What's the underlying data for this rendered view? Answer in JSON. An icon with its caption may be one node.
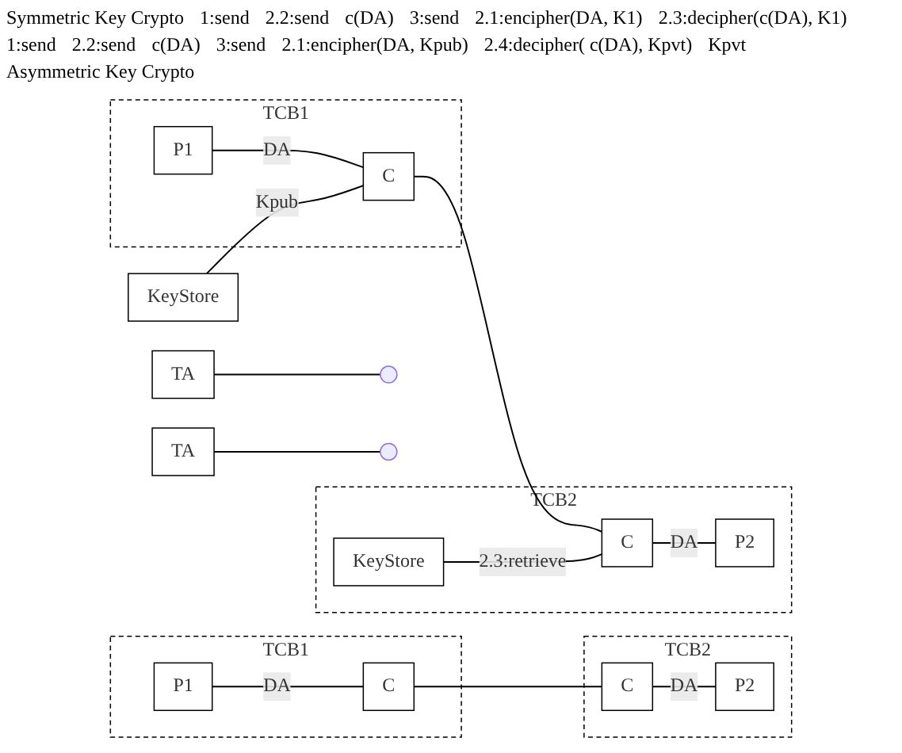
{
  "diagram": {
    "nodes": [
      {
        "text": [
          "TA"
        ]
      },
      {
        "text": [
          "TCB1"
        ]
      },
      {
        "text": [
          "P1"
        ],
        "in": 1
      },
      {
        "text": [
          "C"
        ],
        "in": 1
      },
      {
        "text": [
          "TCB2"
        ]
      },
      {
        "text": [
          "C"
        ],
        "in": 4
      },
      {
        "text": [
          "P2"
        ],
        "in": 4
      },
      {
        "text": [
          "TCB1"
        ]
      },
      {
        "text": [
          "P1"
        ],
        "in": 7
      },
      {
        "text": [
          "C"
        ],
        "in": 7
      },
      {
        "text": [
          "TCB2"
        ]
      },
      {
        "text": [
          "C"
        ],
        "in": 10
      },
      {
        "text": [
          "P2"
        ],
        "in": 10
      },
      {
        "text": [
          "KeyStore"
        ],
        "in": 10
      },
      {
        "text": [
          "KeyStore"
        ]
      },
      {
        "text": [
          "TA"
        ]
      }
    ],
    "edges": [
      {
        "from": 2,
        "to": 3,
        "arrow": "none",
        "label": "DA"
      },
      {
        "from": 3,
        "to": 5,
        "arrow": "none"
      },
      {
        "from": 0,
        "to": null,
        "arrow": "none"
      },
      {
        "from": 5,
        "to": 6,
        "arrow": "none",
        "label": "DA"
      },
      {
        "from": 8,
        "to": 9,
        "arrow": "none",
        "label": "DA"
      },
      {
        "from": 9,
        "to": 11,
        "arrow": "none"
      },
      {
        "from": 15,
        "to": null,
        "arrow": "none"
      },
      {
        "from": 11,
        "to": 12,
        "arrow": "none",
        "label": "DA"
      },
      {
        "from": 14,
        "to": 9,
        "arrow": "none",
        "label": "Kpub"
      },
      {
        "from": 13,
        "to": 11,
        "arrow": "none",
        "label": "2.3:retrieve"
      }
    ],
    "labels": [
      "Symmetric Key Crypto",
      "1:send",
      "2.2:send",
      "c(DA)",
      "3:send",
      "2.1:encipher(DA, K1)",
      "2.3:decipher(c(DA), K1)",
      "1:send",
      "2.2:send",
      "c(DA)",
      "3:send",
      "2.1:encipher(DA, Kpub)",
      "2.4:decipher( c(DA), Kpvt)",
      "Kpvt",
      "Asymmetric Key Crypto"
    ]
  }
}
